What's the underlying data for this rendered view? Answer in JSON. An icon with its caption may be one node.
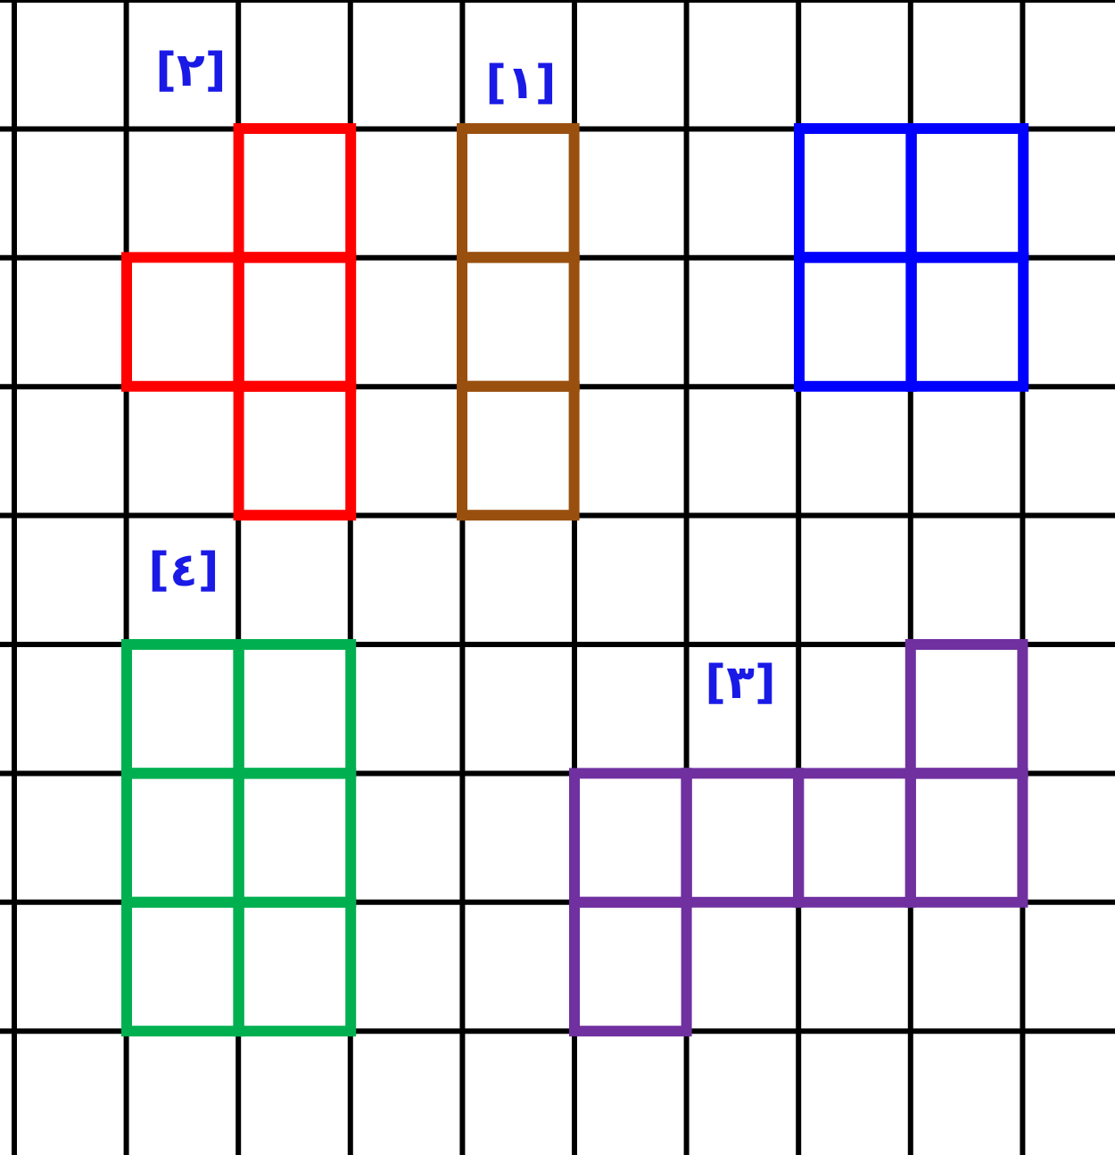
{
  "diagram": {
    "nodes": [
      {
        "text": [
          "[٢]"
        ]
      },
      {
        "text": [
          "[١]"
        ]
      },
      {
        "text": [],
        "shape": "box"
      },
      {
        "text": [
          "[٤]"
        ]
      },
      {
        "text": [
          "[٣]"
        ]
      }
    ]
  }
}
